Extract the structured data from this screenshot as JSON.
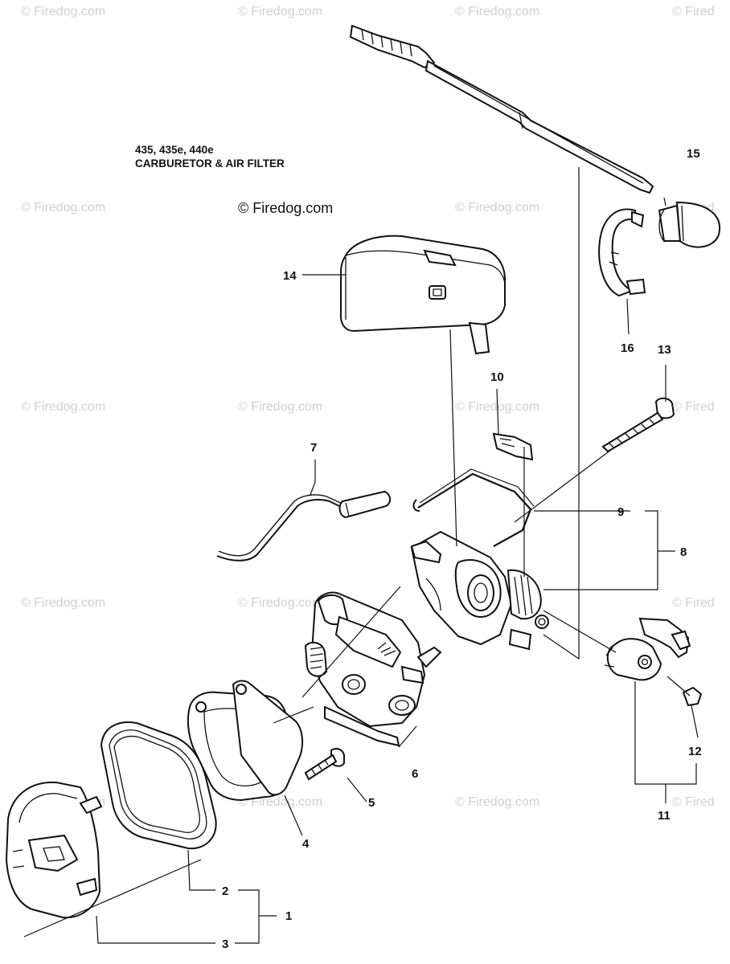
{
  "title": {
    "line1": "435, 435e, 440e",
    "line2": "CARBURETOR & AIR FILTER"
  },
  "copyright": "© Firedog.com",
  "watermark": {
    "text": "© Firedog.com",
    "text_edge": "© Fired",
    "color": "#cfcfcf"
  },
  "callouts": {
    "c1": "1",
    "c2": "2",
    "c3": "3",
    "c4": "4",
    "c5": "5",
    "c6": "6",
    "c7": "7",
    "c8": "8",
    "c9": "9",
    "c10": "10",
    "c11": "11",
    "c12": "12",
    "c13": "13",
    "c14": "14",
    "c15": "15",
    "c16": "16"
  },
  "icons": [
    "air-filter-cover-icon",
    "throttle-cable-icon",
    "primer-bulb-icon",
    "fuel-hose-icon",
    "screw-icon",
    "clip-icon",
    "choke-rod-icon",
    "spring-wire-icon",
    "carburetor-holder-icon",
    "carburetor-icon",
    "intake-gasket-icon",
    "air-filter-element-icon",
    "filter-holder-icon",
    "choke-lever-icon"
  ]
}
